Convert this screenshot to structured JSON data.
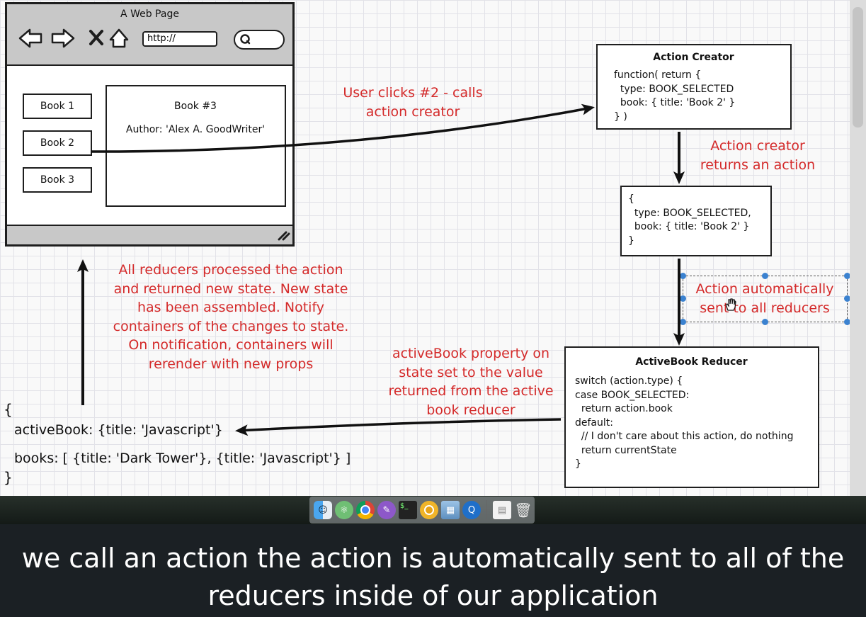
{
  "browser_mockup": {
    "title": "A Web Page",
    "url": "http://",
    "books": [
      "Book 1",
      "Book 2",
      "Book 3"
    ],
    "detail_title": "Book #3",
    "detail_author": "Author: 'Alex A. GoodWriter'"
  },
  "action_creator": {
    "title": "Action Creator",
    "code": "function( return {\n  type: BOOK_SELECTED\n  book: { title: 'Book 2' }\n} )"
  },
  "action_object": {
    "code": "{\n  type: BOOK_SELECTED,\n  book: { title: 'Book 2' }\n}"
  },
  "reducer": {
    "title": "ActiveBook Reducer",
    "code": "switch (action.type) {\ncase BOOK_SELECTED:\n  return action.book\ndefault:\n  // I don't care about this action, do nothing\n  return currentState\n}"
  },
  "state": {
    "open": "{",
    "active_book": "activeBook: {title: 'Javascript'}",
    "books": "books: [ {title: 'Dark Tower'}, {title: 'Javascript'} ]",
    "close": "}"
  },
  "notes": {
    "user_clicks": "User clicks #2 - calls\naction creator",
    "creator_returns": "Action creator\nreturns an action",
    "auto_sent": "Action automatically\nsent to all reducers",
    "reducers_processed": "All reducers processed the action\nand returned new state.  New state\nhas been assembled.  Notify\ncontainers of the changes to state.\nOn notification, containers will\nrerender with new props",
    "active_book_set": "activeBook property on\nstate set to the value\nreturned from the active\nbook reducer"
  },
  "dock": {
    "icons": [
      "finder-icon",
      "atom-icon",
      "chrome-icon",
      "pencil-app-icon",
      "terminal-icon",
      "chrome-canary-icon",
      "preview-icon",
      "quicktime-icon",
      "documents-icon",
      "trash-icon"
    ]
  },
  "caption": {
    "line1": "we call an action the action is automatically sent to all of the",
    "line2": "reducers inside of our application"
  },
  "colors": {
    "annotation_red": "#d42a2a",
    "caption_bg": "#1b2024",
    "selection_blue": "#3b82d0"
  }
}
